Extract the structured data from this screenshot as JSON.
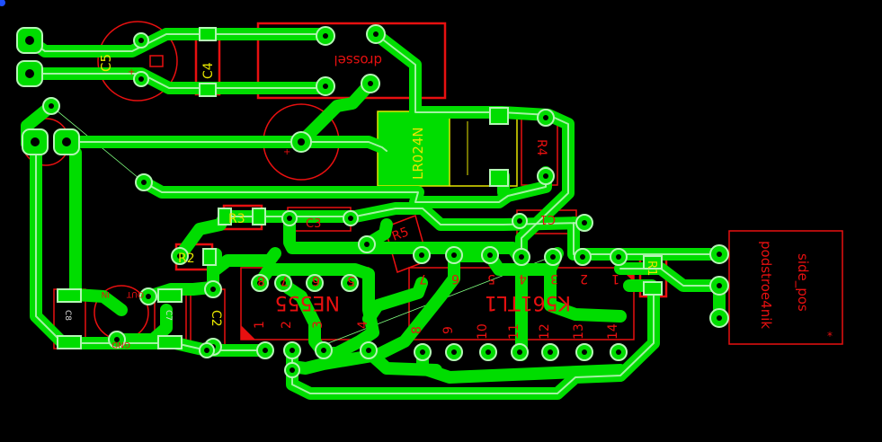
{
  "labels": {
    "c4": "C4",
    "c5_top": "C5",
    "drossel": "drossel",
    "lr024n": "LR024N",
    "r4": "R4",
    "r3": "R3",
    "c3": "C3",
    "c1": "C1",
    "r5": "R5",
    "r2": "R2",
    "ne555": "NE555",
    "k561tl1": "K561TL1",
    "r1": "R1",
    "c2": "C2",
    "side_pos": "side_pos",
    "podstroe4nik": "podstroe4nik",
    "cap_left": "C8",
    "cap_mid": "C7",
    "in": "IN",
    "out": "OUT",
    "gnd": "GND",
    "reg_in": "IN",
    "reg_out": "OUT",
    "plus": "+",
    "star": "*"
  },
  "pin_numbers": {
    "ne555_top": [
      "8",
      "7",
      "6",
      "5"
    ],
    "ne555_bottom": [
      "1",
      "2",
      "3",
      "4"
    ],
    "k561_top": [
      "7",
      "6",
      "5",
      "4",
      "3",
      "2",
      "1"
    ],
    "k561_bottom": [
      "8",
      "9",
      "10",
      "11",
      "12",
      "13",
      "14"
    ]
  },
  "colors": {
    "background": "#000000",
    "copper": "#00dd00",
    "copper_edge": "#b4f5b4",
    "silkscreen": "#e81010",
    "label": "#e6e600",
    "airwire": "#7fff7f"
  }
}
